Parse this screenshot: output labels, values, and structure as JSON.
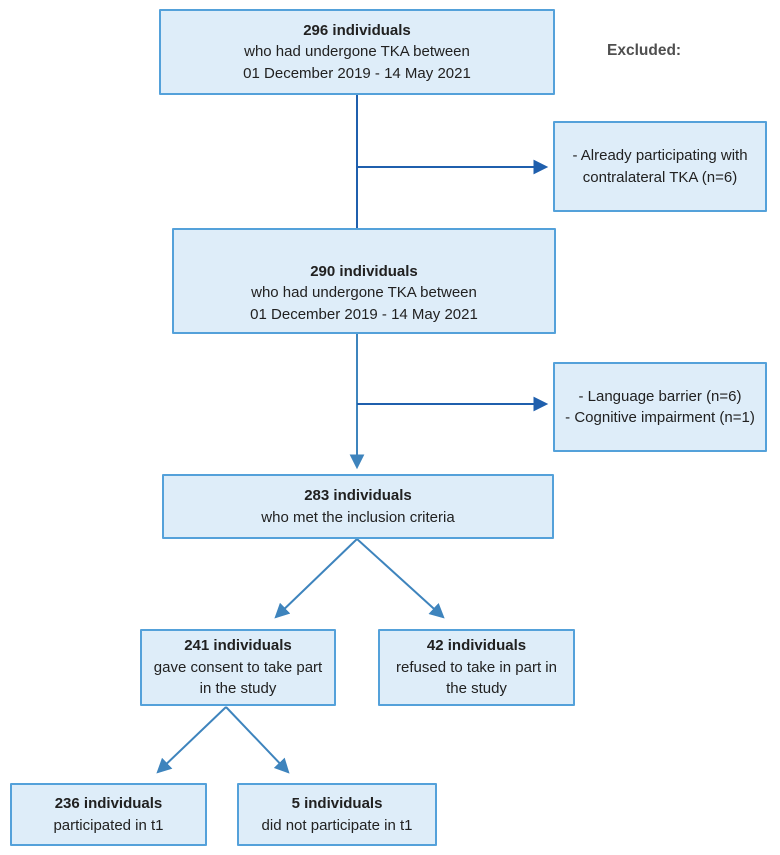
{
  "excluded_label": "Excluded:",
  "colors": {
    "box_fill": "#deedf9",
    "box_border": "#54a1da",
    "arrow_dark": "#1f5fad",
    "arrow_mid": "#3e84bd",
    "text": "#212121",
    "excluded_text": "#4f4f4f",
    "bg": "#ffffff"
  },
  "nodes": {
    "screened": {
      "count": "296 individuals",
      "line1": "who had undergone TKA between",
      "line2": "01 December 2019 - 14 May 2021"
    },
    "excluded1": {
      "text": "- Already participating with contralateral TKA (n=6)"
    },
    "after_exclusion1": {
      "count": "290 individuals",
      "line1": "who had undergone TKA between",
      "line2": "01 December 2019 - 14 May 2021"
    },
    "excluded2": {
      "line1": "- Language barrier (n=6)",
      "line2": "- Cognitive impairment (n=1)"
    },
    "eligible": {
      "count": "283 individuals",
      "line1": "who met the inclusion criteria"
    },
    "consented": {
      "count": "241 individuals",
      "line1": "gave consent to take part in the study"
    },
    "refused": {
      "count": "42 individuals",
      "line1": "refused to take in part in the study"
    },
    "participated_t1": {
      "count": "236 individuals",
      "line1": "participated in t1"
    },
    "not_participated_t1": {
      "count": "5 individuals",
      "line1": "did not participate in t1"
    }
  }
}
